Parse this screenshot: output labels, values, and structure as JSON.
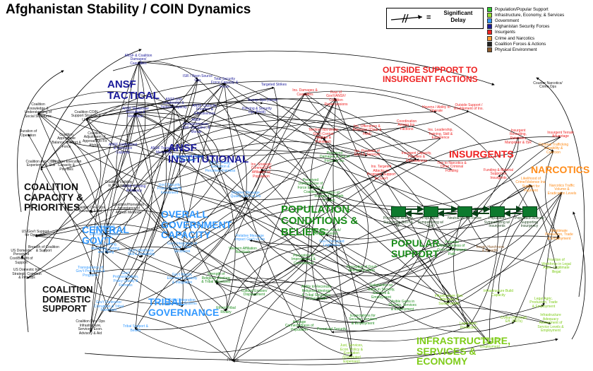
{
  "title": "Afghanistan Stability / COIN Dynamics",
  "key": {
    "symbol": "//",
    "equals": "=",
    "label": "Significant Delay"
  },
  "legend": [
    {
      "label": "Population/Popular Support",
      "color": "#33cc33"
    },
    {
      "label": "Infrastructure, Economy, & Services",
      "color": "#99dd33"
    },
    {
      "label": "Government",
      "color": "#3399ff"
    },
    {
      "label": "Afghanistan Security Forces",
      "color": "#1a1a99"
    },
    {
      "label": "Insurgents",
      "color": "#ee2222"
    },
    {
      "label": "Crime and Narcotics",
      "color": "#ff9933"
    },
    {
      "label": "Coalition Forces & Actions",
      "color": "#222222"
    },
    {
      "label": "Physical Environment",
      "color": "#8b5a2b"
    }
  ],
  "clusters": {
    "ansf_tactical": "ANSF TACTICAL",
    "ansf_institutional": "ANSF INSTITUTIONAL",
    "outside_support": "OUTSIDE SUPPORT TO INSURGENT FACTIONS",
    "insurgents": "INSURGENTS",
    "narcotics": "NARCOTICS",
    "coalition_capacity": "COALITION CAPACITY & PRIORITIES",
    "overall_government": "OVERALL GOVERNMENT CAPACITY",
    "central_govt": "CENTRAL GOV'T",
    "population_conditions": "POPULATION CONDITIONS & BELIEFS",
    "popular_support": "POPULAR SUPPORT",
    "coalition_domestic": "COALITION DOMESTIC SUPPORT",
    "tribal_governance": "TRIBAL GOVERNANCE",
    "infrastructure": "INFRASTRUCTURE, SERVICES & ECONOMY"
  },
  "popular_support_states": [
    "Population Actively Supporting Gov't & SF",
    "Population Sympathizing w/ Gov't",
    "Neutral/On the Fence",
    "Population Sympathizing w/ Insurgents",
    "Population Actively Supporting Insurgency"
  ],
  "nodes": [
    {
      "text": "ANSF & Coalition Damages/ Casualties",
      "group": "ansf"
    },
    {
      "text": "ISR / Open Source Ops",
      "group": "ansf"
    },
    {
      "text": "Total Security Force Capacity & Focus",
      "group": "ansf"
    },
    {
      "text": "Targeted Strikes",
      "group": "ansf"
    },
    {
      "text": "Sweep Ops (Clear)",
      "group": "ansf"
    },
    {
      "text": "Policing & Security Ops (Hold)",
      "group": "ansf"
    },
    {
      "text": "ANSF Unit Leadership & Tactical Capacity",
      "group": "ansf"
    },
    {
      "text": "ANSF Capacity, Priorities & Effectiveness",
      "group": "ansf"
    },
    {
      "text": "ANSF Manpower Recruiting & Retention",
      "group": "ansf"
    },
    {
      "text": "ANSF Professionalism, Skill, Discipline, & Morale",
      "group": "ansf"
    },
    {
      "text": "ANSF Institutional & Execution Capacity",
      "group": "ansf"
    },
    {
      "text": "ANSF Training & Mentoring",
      "group": "ansf"
    },
    {
      "text": "ANSF Funding Adequacy",
      "group": "ansf"
    },
    {
      "text": "R.O.L. Policy Execution & Perceived Fairness",
      "group": "gov"
    },
    {
      "text": "Corruption & Tribal Favoritism",
      "group": "gov"
    },
    {
      "text": "Gov't Security Policy Quality & Investment",
      "group": "gov"
    },
    {
      "text": "Central Gov't Institutional & Executive Capacity",
      "group": "gov"
    },
    {
      "text": "Gov't Training, Mentoring, Vetting, and Hiring",
      "group": "gov"
    },
    {
      "text": "Gov't Workforce Skill & Availability",
      "group": "gov"
    },
    {
      "text": "Transparency of Gov't Processes & Programs",
      "group": "gov"
    },
    {
      "text": "Gov't Professionalism, Policy Quality & Fairness",
      "group": "gov"
    },
    {
      "text": "Gov't Reach, Execution Capacity & Integration",
      "group": "gov"
    },
    {
      "text": "Gov't Integration of Local Tribal Structures",
      "group": "gov"
    },
    {
      "text": "Gov't Contractor Corruption & Tribal Favoritism",
      "group": "gov"
    },
    {
      "text": "Relative Message Quality Gov't vs Ins",
      "group": "gov"
    },
    {
      "text": "Relative Message Impact Gov't vs Ins",
      "group": "gov"
    },
    {
      "text": "Insurgent Recruiting, Retention, Manpower & ISR",
      "group": "ins"
    },
    {
      "text": "Insurgent Terrain Advantage",
      "group": "ins"
    },
    {
      "text": "Ins. Damages & Casualties",
      "group": "ins"
    },
    {
      "text": "Fear of Gov't/ANSF/ Coalition Repercussions",
      "group": "ins"
    },
    {
      "text": "Havens / Ability to Operate",
      "group": "ins"
    },
    {
      "text": "Outside Support / Enablement of Ins.",
      "group": "ins"
    },
    {
      "text": "Coordination Among Ins. Factions",
      "group": "ins"
    },
    {
      "text": "Ins. Leadership, Training, Skill & Experience",
      "group": "ins"
    },
    {
      "text": "Insurgent Capacity, Priorities & Effectiveness",
      "group": "ins"
    },
    {
      "text": "Funding & Material Support to Insurgents",
      "group": "ins"
    },
    {
      "text": "Ins. Offensives & Presence (Clear & Hold)",
      "group": "ins"
    },
    {
      "text": "Ins. Provision of Gov't & Services",
      "group": "ins"
    },
    {
      "text": "Ins. Strategic Comms/IO & Affiliation w/ Population",
      "group": "ins"
    },
    {
      "text": "Ins. Targeted Attacks on Progress/ Support for Gov't",
      "group": "ins"
    },
    {
      "text": "Territory Not Under Gov't Control (Afghan & Pakistani)",
      "group": "ins"
    },
    {
      "text": "Ties to Narcotics & Other Criminal Funding",
      "group": "ins"
    },
    {
      "text": "Criminal Trafficking Capability & Coercion",
      "group": "nar"
    },
    {
      "text": "Likelihood of Crime/Violence Ins. Support for Payment",
      "group": "nar"
    },
    {
      "text": "Narcotics Traffic Volume & Eradication Levels",
      "group": "nar"
    },
    {
      "text": "Illegitimate Production, Trade & Employment",
      "group": "nar"
    },
    {
      "text": "Counter Narcotics/ Crime Ops",
      "group": "coa"
    },
    {
      "text": "Coalition Knowledge & Understanding of Social Structures",
      "group": "coa"
    },
    {
      "text": "Coalition COIN Support Strategy & Unity",
      "group": "coa"
    },
    {
      "text": "Coalition Appropriate Balance of Effort & Force",
      "group": "coa"
    },
    {
      "text": "Coalition Adjustment of Approach to Fit Afghan",
      "group": "coa"
    },
    {
      "text": "Duration of Operation",
      "group": "coa"
    },
    {
      "text": "Coalition Avg COIN Experience & Skill",
      "group": "coa"
    },
    {
      "text": "Coalition Execution Capacity & Priorities",
      "group": "coa"
    },
    {
      "text": "Coalition Dev. Ops Advisory & Aid",
      "group": "coa"
    },
    {
      "text": "Coalition Visibility to Population",
      "group": "coa"
    },
    {
      "text": "Coalition/Homeland Acceptance of Afghan Methods",
      "group": "coa"
    },
    {
      "text": "US Gov't Support for Operation",
      "group": "coa"
    },
    {
      "text": "US Domestic Perceived Cost/Benefit of Support",
      "group": "coa"
    },
    {
      "text": "Breadth of Coalition & Support",
      "group": "coa"
    },
    {
      "text": "US Domestic Int'l Strategic Commun & Info Ops",
      "group": "coa"
    },
    {
      "text": "Coalition Dev. Ops Infrastructure, Services, Econ. Advisory & Aid",
      "group": "coa"
    },
    {
      "text": "Perceived Damage/Use of Force by Gov't & Coalition",
      "group": "pop"
    },
    {
      "text": "Perceived Damages & Use of Force by Ins.",
      "group": "pop"
    },
    {
      "text": "Perception of Insurgent Strength & Intent",
      "group": "pop"
    },
    {
      "text": "Fear of Ins. Attack/ Repercussions",
      "group": "pop"
    },
    {
      "text": "Perception of Gov't Strength & Intent",
      "group": "pop"
    },
    {
      "text": "Perception of Improvement & Commitment",
      "group": "pop"
    },
    {
      "text": "Western Affiliation Backlash",
      "group": "pop"
    },
    {
      "text": "Strength of Religious Ideology & Tribal Structures",
      "group": "pop"
    },
    {
      "text": "Cultural Erosion/ Displacement",
      "group": "pop"
    },
    {
      "text": "Ethnic/Tribal Rivalry",
      "group": "pop"
    },
    {
      "text": "Ability to Reconcile Religious Ideology & Tribal Structures w/ Gov't Path",
      "group": "pop"
    },
    {
      "text": "Average Connectedness of Population",
      "group": "pop"
    },
    {
      "text": "Perceived Security",
      "group": "pop"
    },
    {
      "text": "Satisfaction w/ Gains in Security, Services & Employment",
      "group": "pop"
    },
    {
      "text": "Visible Gains in Security, Services & Employment",
      "group": "pop"
    },
    {
      "text": "Expectations for Security, Services & Employment",
      "group": "pop"
    },
    {
      "text": "Potential Attractiveness of Gov't vs. Insurgent Path",
      "group": "pop"
    },
    {
      "text": "Terrain Harshness & Breadth",
      "group": "env"
    },
    {
      "text": "Infrastructure Dev. Adequacy & Sustainability",
      "group": "inf"
    },
    {
      "text": "Legal Agric. Production",
      "group": "inf"
    },
    {
      "text": "Fraction of Workforce in Legal Agric. Legitimate Illegal",
      "group": "inf"
    },
    {
      "text": "Infrastructure Build Capacity",
      "group": "inf"
    },
    {
      "text": "Civilian Reconstr. Eff. (PRTs)",
      "group": "inf"
    },
    {
      "text": "Legal Agric. Production, Trade & Employment",
      "group": "inf"
    },
    {
      "text": "Economic Dev. Growth & Employment",
      "group": "inf"
    },
    {
      "text": "Infrastructure Adequacy Assessment of Service Levels & Employment",
      "group": "inf"
    },
    {
      "text": "Just, Services, Econ. Policy & Execution (Distributed Expenses)",
      "group": "inf"
    },
    {
      "text": "Tribal Integration into Gov't Systems",
      "group": "gov"
    },
    {
      "text": "Tribal Support & Beliefs",
      "group": "gov"
    },
    {
      "text": "Gov't Perceived Legitimacy",
      "group": "gov"
    },
    {
      "text": "Provide",
      "group": "coa"
    }
  ],
  "group_colors": {
    "ansf": "#1a1a99",
    "gov": "#3399ff",
    "ins": "#ee2222",
    "nar": "#ff8c1a",
    "coa": "#111111",
    "pop": "#1a8c1a",
    "env": "#8b5a2b",
    "inf": "#7fcc1a"
  }
}
